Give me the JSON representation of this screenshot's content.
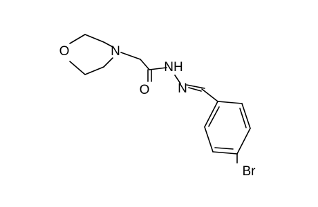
{
  "molecule": {
    "atoms": {
      "oxygen_ring": "O",
      "nitrogen_ring": "N",
      "oxygen_carbonyl": "O",
      "nh": "NH",
      "n_imine": "N",
      "bromine": "Br"
    }
  }
}
